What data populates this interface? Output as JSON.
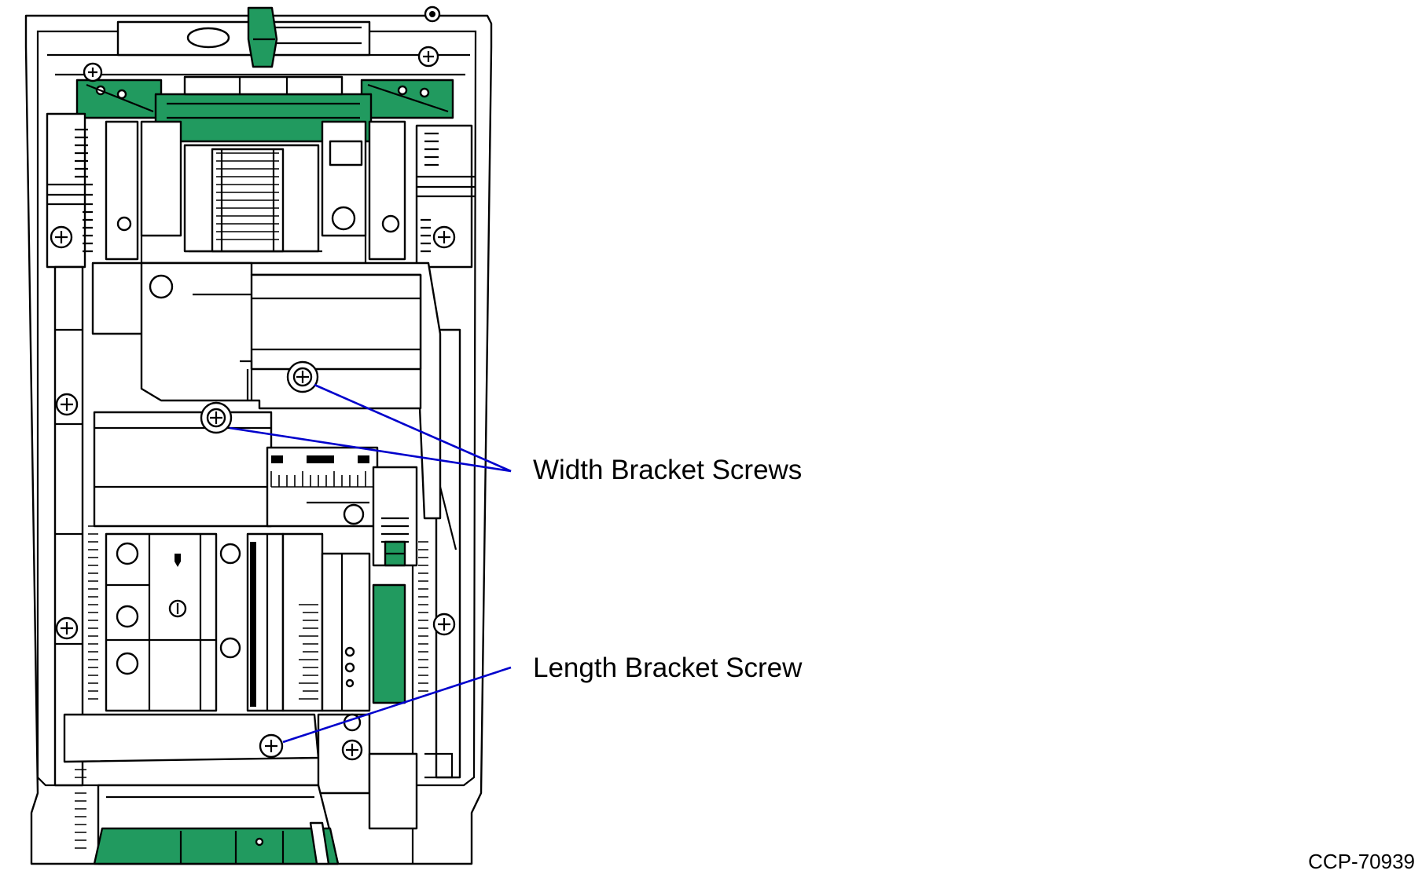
{
  "callouts": [
    {
      "label": "Width Bracket Screws"
    },
    {
      "label": "Length Bracket Screw"
    }
  ],
  "figure_code": "CCP-70939",
  "colors": {
    "accent_green": "#219a5f",
    "leader_blue": "#0000cc",
    "line": "#000000",
    "background": "#ffffff"
  }
}
